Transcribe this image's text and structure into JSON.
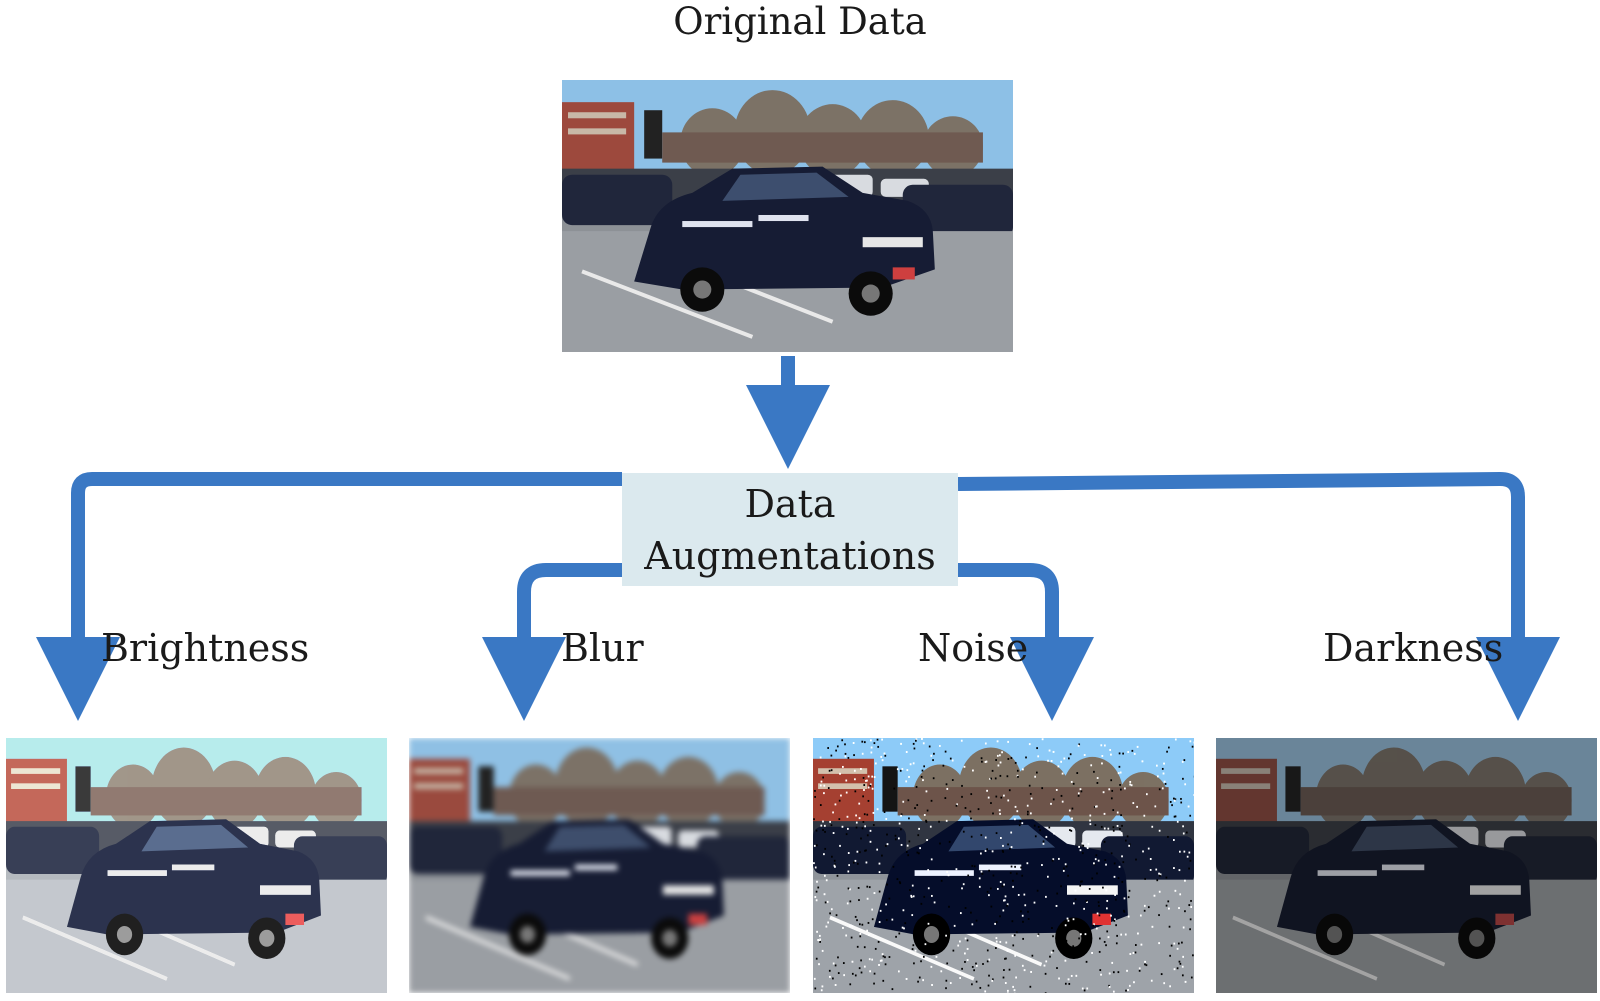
{
  "diagram": {
    "title": "Original Data",
    "process": {
      "line1": "Data",
      "line2": "Augmentations"
    },
    "outputs": [
      {
        "label": "Brightness",
        "effect": "brightness"
      },
      {
        "label": "Blur",
        "effect": "blur"
      },
      {
        "label": "Noise",
        "effect": "noise"
      },
      {
        "label": "Darkness",
        "effect": "darkness"
      }
    ],
    "colors": {
      "connector": "#3a78c4",
      "box": "#dbe9ee"
    }
  }
}
